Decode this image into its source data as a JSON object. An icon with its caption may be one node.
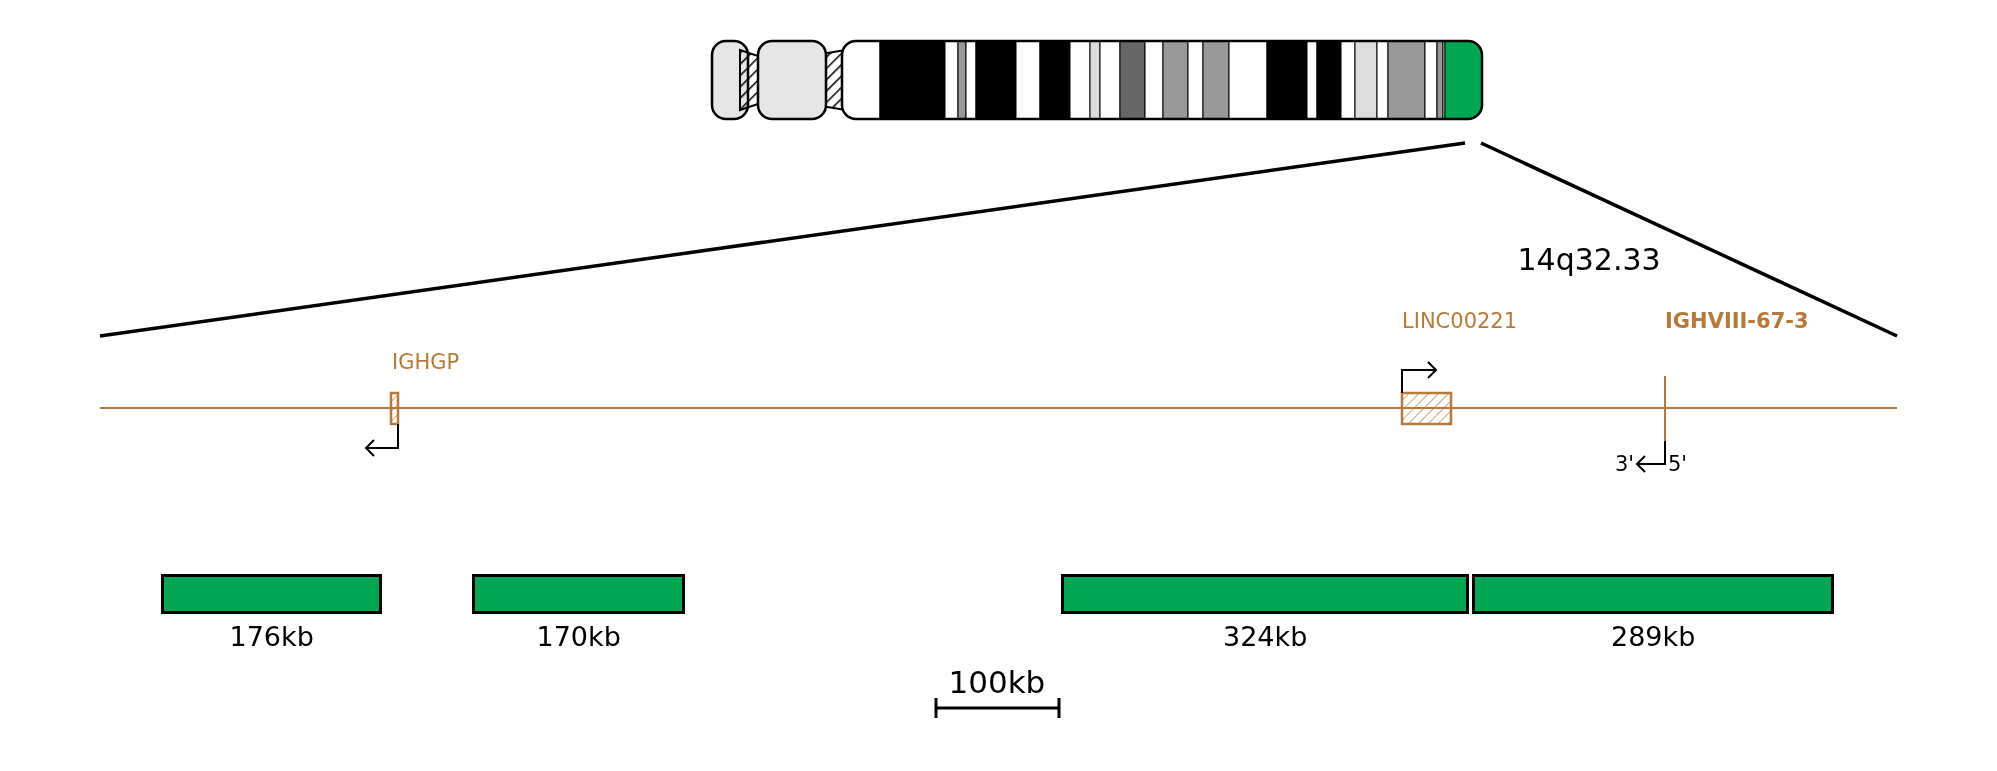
{
  "diagram": {
    "nodes": [
      {
        "text": [],
        "shape": "bar",
        "beside": [
          "176kb"
        ]
      },
      {
        "text": [],
        "shape": "bar",
        "beside": [
          "170kb"
        ]
      },
      {
        "text": [],
        "shape": "bar",
        "beside": [
          "324kb"
        ]
      },
      {
        "text": [],
        "shape": "bar",
        "beside": [
          "289kb"
        ]
      }
    ],
    "edges": [],
    "labels": [
      "14q32.33",
      "IGHGP",
      "LINC00221",
      "IGHVIII-67-3",
      "3'",
      "5'",
      "100kb"
    ]
  }
}
